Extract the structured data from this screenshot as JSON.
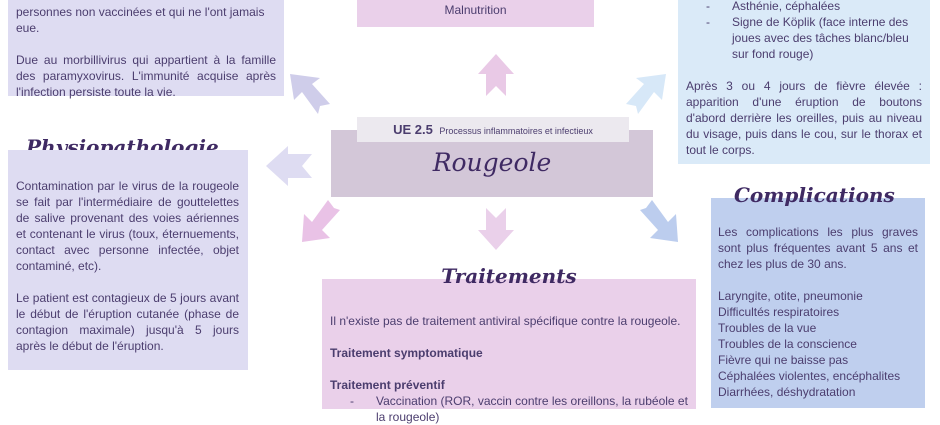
{
  "top_left": {
    "line1": "personnes non vaccinées et qui ne l'ont jamais",
    "line2": "eue.",
    "paragraph": "Due au morbillivirus qui appartient à la famille des paramyxovirus. L'immunité acquise après l'infection persiste toute la vie."
  },
  "top_center": {
    "text": "Malnutrition"
  },
  "top_right": {
    "bullets": [
      "Asthénie, céphalées",
      "Signe de Köplik (face interne des joues avec des tâches blanc/bleu sur fond rouge)"
    ],
    "paragraph": "Après 3 ou 4 jours de fièvre élevée : apparition d'une éruption de boutons d'abord derrière les oreilles, puis au niveau du visage, puis dans le cou, sur le thorax et tout le corps."
  },
  "center": {
    "ue_code": "UE 2.5",
    "ue_title": "Processus inflammatoires et infectieux",
    "disease": "Rougeole"
  },
  "physio": {
    "title": "Physiopathologie",
    "paragraph1": "Contamination par le virus de la rougeole se fait par l'intermédiaire de gouttelettes de salive provenant des voies aériennes et contenant le virus (toux, éternuements, contact avec personne infectée, objet contaminé, etc).",
    "paragraph2": "Le patient est contagieux de 5 jours avant le début de l'éruption cutanée (phase de contagion maximale) jusqu'à 5 jours après le début de l'éruption."
  },
  "traitements": {
    "title": "Traitements",
    "intro": "Il n'existe pas de traitement antiviral spécifique contre la rougeole.",
    "heading1": "Traitement symptomatique",
    "heading2": "Traitement préventif",
    "partial": "Vaccination (ROR, vaccin contre les oreillons, la rubéole et la rougeole)"
  },
  "complications": {
    "title": "Complications",
    "intro": "Les complications les plus graves sont plus fréquentes avant 5 ans et chez les plus de 30 ans.",
    "items": [
      "Laryngite, otite, pneumonie",
      "Difficultés respiratoires",
      "Troubles de la vue",
      "Troubles de la conscience",
      "Fièvre qui ne baisse pas",
      "Céphalées violentes, encéphalites",
      "Diarrhées, déshydratation"
    ]
  },
  "colors": {
    "lavender": "#dedcf2",
    "pink": "#ead0ea",
    "light_blue": "#daeaf8",
    "mid_blue": "#bfcfee",
    "gray_purple": "#d3c7d8",
    "title_purple": "#3f2a63"
  }
}
